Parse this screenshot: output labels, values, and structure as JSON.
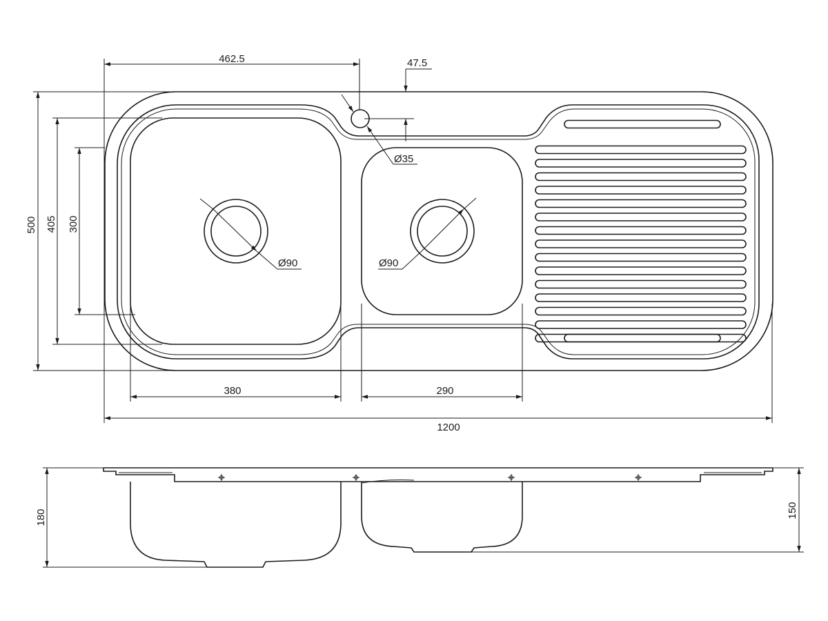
{
  "dimensions": {
    "tap_offset": "462.5",
    "tap_edge": "47.5",
    "tap_hole": "Ø35",
    "waste_left": "Ø90",
    "waste_right": "Ø90",
    "overall_depth": "500",
    "bowl_inner_depth": "405",
    "bowl_small_depth": "300",
    "left_bowl_width": "380",
    "right_bowl_width": "290",
    "overall_length": "1200",
    "left_bowl_height": "180",
    "right_bowl_height": "150"
  },
  "colors": {
    "line": "#1a1a1a",
    "background": "#ffffff"
  }
}
